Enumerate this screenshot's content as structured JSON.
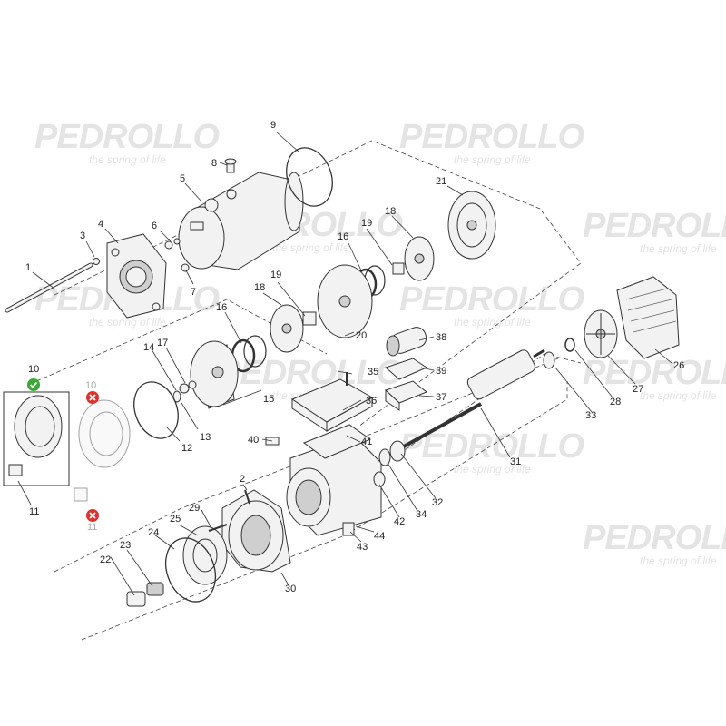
{
  "watermark": {
    "brand": "PEDROLLO",
    "tagline": "the spring of life"
  },
  "parts": [
    {
      "id": "1",
      "text": "1"
    },
    {
      "id": "2",
      "text": "2"
    },
    {
      "id": "3",
      "text": "3"
    },
    {
      "id": "4",
      "text": "4"
    },
    {
      "id": "5",
      "text": "5"
    },
    {
      "id": "6",
      "text": "6"
    },
    {
      "id": "7",
      "text": "7"
    },
    {
      "id": "8",
      "text": "8"
    },
    {
      "id": "9",
      "text": "9"
    },
    {
      "id": "10",
      "text": "10"
    },
    {
      "id": "10-alt",
      "text": "10"
    },
    {
      "id": "11",
      "text": "11"
    },
    {
      "id": "11-alt",
      "text": "11"
    },
    {
      "id": "12",
      "text": "12"
    },
    {
      "id": "13",
      "text": "13"
    },
    {
      "id": "14",
      "text": "14"
    },
    {
      "id": "15",
      "text": "15"
    },
    {
      "id": "16a",
      "text": "16"
    },
    {
      "id": "16b",
      "text": "16"
    },
    {
      "id": "17",
      "text": "17"
    },
    {
      "id": "18a",
      "text": "18"
    },
    {
      "id": "18b",
      "text": "18"
    },
    {
      "id": "19a",
      "text": "19"
    },
    {
      "id": "19b",
      "text": "19"
    },
    {
      "id": "20",
      "text": "20"
    },
    {
      "id": "21",
      "text": "21"
    },
    {
      "id": "22",
      "text": "22"
    },
    {
      "id": "23",
      "text": "23"
    },
    {
      "id": "24",
      "text": "24"
    },
    {
      "id": "25",
      "text": "25"
    },
    {
      "id": "26",
      "text": "26"
    },
    {
      "id": "27",
      "text": "27"
    },
    {
      "id": "28",
      "text": "28"
    },
    {
      "id": "29",
      "text": "29"
    },
    {
      "id": "30",
      "text": "30"
    },
    {
      "id": "31",
      "text": "31"
    },
    {
      "id": "32",
      "text": "32"
    },
    {
      "id": "33",
      "text": "33"
    },
    {
      "id": "34",
      "text": "34"
    },
    {
      "id": "35",
      "text": "35"
    },
    {
      "id": "36",
      "text": "36"
    },
    {
      "id": "37",
      "text": "37"
    },
    {
      "id": "38",
      "text": "38"
    },
    {
      "id": "39",
      "text": "39"
    },
    {
      "id": "40",
      "text": "40"
    },
    {
      "id": "41",
      "text": "41"
    },
    {
      "id": "42",
      "text": "42"
    },
    {
      "id": "43",
      "text": "43"
    },
    {
      "id": "44",
      "text": "44"
    }
  ],
  "status_icons": [
    {
      "name": "check-icon",
      "glyph": "✓",
      "color": "#3aa935"
    },
    {
      "name": "cross-icon",
      "glyph": "✕",
      "color": "#e03030"
    }
  ],
  "colors": {
    "watermark": "#e4e4e4",
    "label": "#222222",
    "label_muted": "#aaaaaa",
    "ok": "#3aa935",
    "not_ok": "#e03030"
  }
}
